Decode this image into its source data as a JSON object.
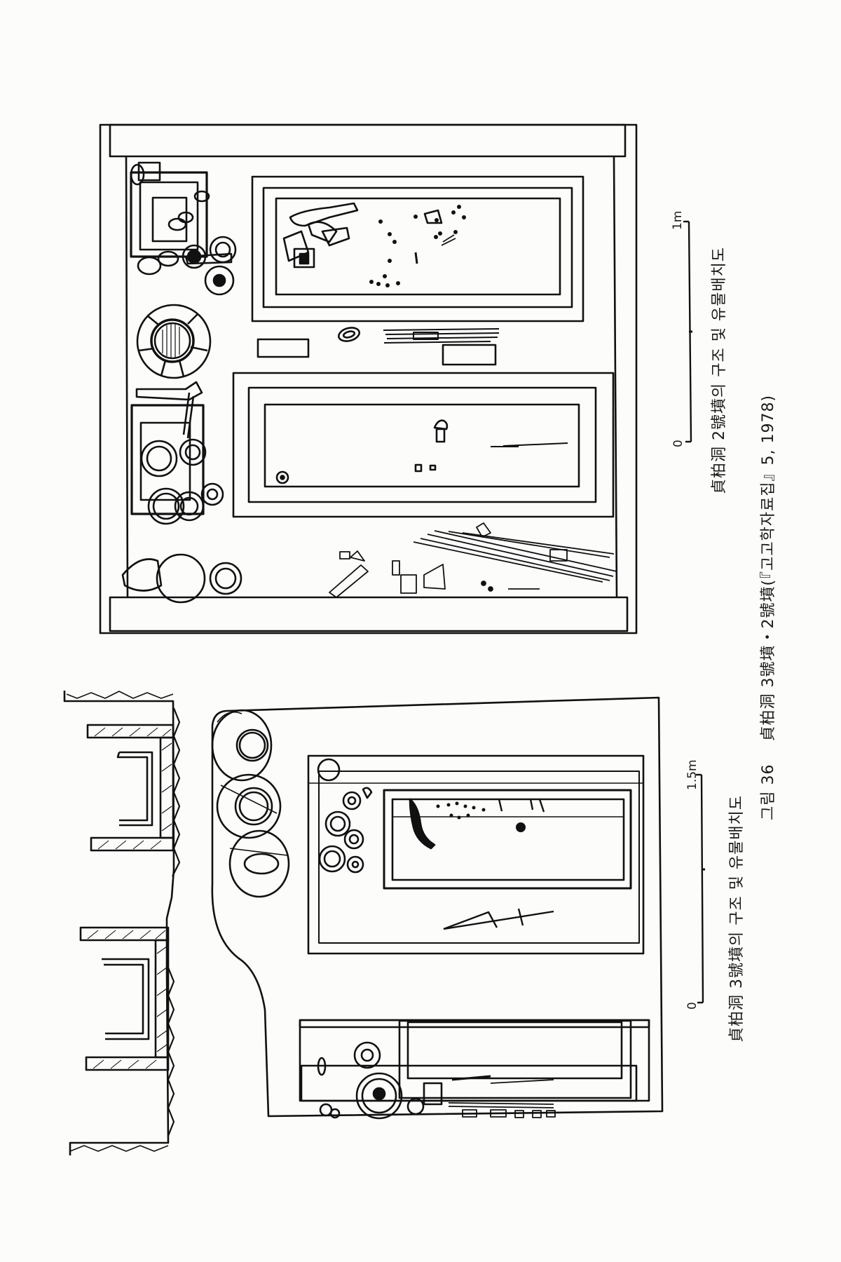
{
  "figure": {
    "number_label": "그림 36",
    "title": "貞柏洞 3號墳・2號墳(『고고학자료집』5, 1978)"
  },
  "plans": [
    {
      "id": "tomb-2",
      "caption": "貞柏洞 2號墳의 구조 및 유물배치도",
      "scale": {
        "start_label": "0",
        "end_label": "1m",
        "length_m": 1
      }
    },
    {
      "id": "tomb-3",
      "caption": "貞柏洞 3號墳의 구조 및 유물배치도",
      "scale": {
        "start_label": "0",
        "end_label": "1.5m",
        "length_m": 1.5
      }
    }
  ],
  "colors": {
    "ink": "#111111",
    "paper": "#fcfcfb"
  }
}
